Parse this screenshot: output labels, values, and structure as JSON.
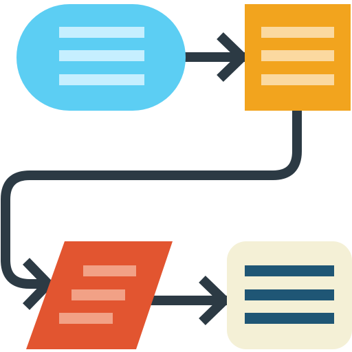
{
  "colors": {
    "background": "#ffffff",
    "connector": "#2c3a44",
    "terminator_fill": "#5ccef3",
    "terminator_lines": "#c6efff",
    "process_fill": "#f2a41e",
    "process_lines": "#fbd9a0",
    "data_fill": "#e25530",
    "data_lines": "#f2a186",
    "document_fill": "#f4f0d6",
    "document_lines": "#1f5675"
  },
  "nodes": [
    {
      "id": "start",
      "shape": "terminator",
      "content": "text-lines"
    },
    {
      "id": "process",
      "shape": "process",
      "content": "text-lines"
    },
    {
      "id": "input",
      "shape": "data",
      "content": "text-lines"
    },
    {
      "id": "output",
      "shape": "document",
      "content": "text-lines"
    }
  ],
  "edges": [
    {
      "from": "start",
      "to": "process",
      "arrow": "open-chevron"
    },
    {
      "from": "process",
      "to": "input",
      "arrow": "open-chevron"
    },
    {
      "from": "input",
      "to": "output",
      "arrow": "open-chevron"
    }
  ]
}
